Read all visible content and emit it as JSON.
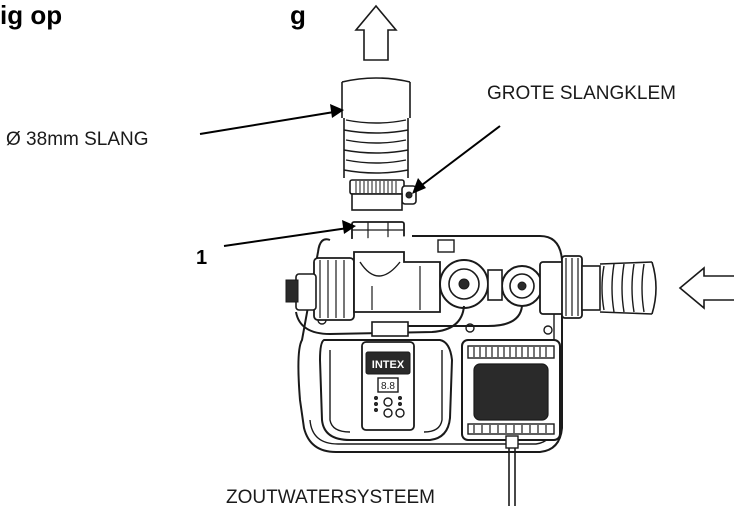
{
  "diagram": {
    "title_partial": "...g op ... ...g",
    "labels": {
      "hose": "Ø 38mm SLANG",
      "clamp": "GROTE SLANGKLEM",
      "part_number": "1",
      "system": "ZOUTWATERSYSTEEM",
      "brand": "INTEX",
      "display_value": "8.8"
    },
    "icons": [
      "flow-arrow-up-icon",
      "flow-arrow-left-icon"
    ]
  }
}
